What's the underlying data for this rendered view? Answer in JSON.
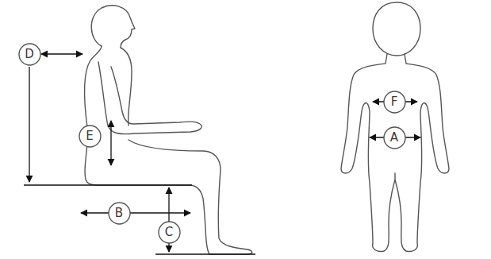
{
  "diagram": {
    "nodes": [
      {
        "text": [
          "D"
        ]
      },
      {
        "text": [
          "E"
        ]
      },
      {
        "text": [
          "B"
        ]
      },
      {
        "text": [
          "C"
        ]
      },
      {
        "text": [
          "F"
        ]
      },
      {
        "text": [
          "A"
        ]
      }
    ]
  }
}
